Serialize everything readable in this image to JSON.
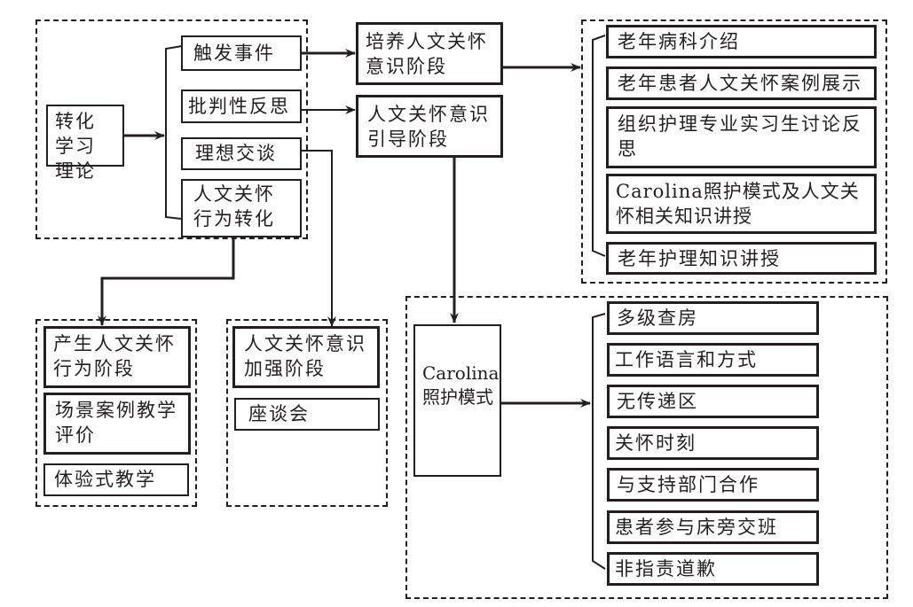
{
  "theory": {
    "label": "转化学习理论"
  },
  "theory_components": [
    {
      "label": "触发事件"
    },
    {
      "label": "批判性反思"
    },
    {
      "label": "理想交谈"
    },
    {
      "label": "人文关怀行为转化"
    }
  ],
  "stages": {
    "cultivate": "培养人文关怀意识阶段",
    "guide": "人文关怀意识引导阶段",
    "produce": "产生人文关怀行为阶段",
    "strengthen": "人文关怀意识加强阶段"
  },
  "cultivate_activities": [
    {
      "label": "老年病科介绍"
    },
    {
      "label": "老年患者人文关怀案例展示"
    },
    {
      "label": "组织护理专业实习生讨论反思"
    },
    {
      "label": "Carolina照护模式及人文关怀相关知识讲授"
    },
    {
      "label": "老年护理知识讲授"
    }
  ],
  "produce_activities": [
    {
      "label": "场景案例教学评价"
    },
    {
      "label": "体验式教学"
    }
  ],
  "strengthen_activities": [
    {
      "label": "座谈会"
    }
  ],
  "carolina": {
    "label": "Carolina照护模式",
    "components": [
      {
        "label": "多级查房"
      },
      {
        "label": "工作语言和方式"
      },
      {
        "label": "无传递区"
      },
      {
        "label": "关怀时刻"
      },
      {
        "label": "与支持部门合作"
      },
      {
        "label": "患者参与床旁交班"
      },
      {
        "label": "非指责道歉"
      }
    ]
  }
}
